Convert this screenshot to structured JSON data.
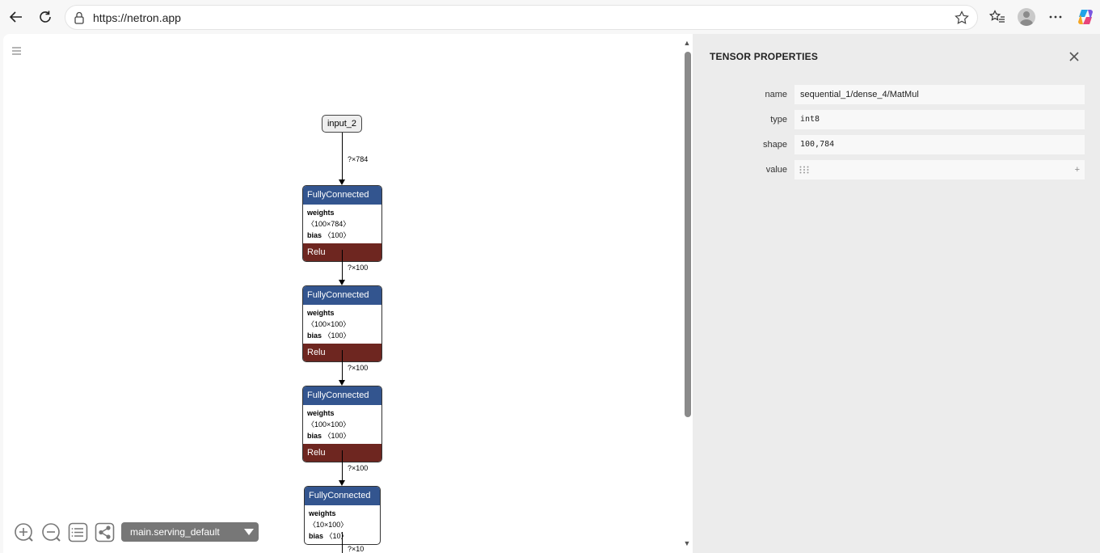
{
  "browser": {
    "url": "https://netron.app"
  },
  "graph": {
    "input_node": "input_2",
    "edges": [
      "?×784",
      "?×100",
      "?×100",
      "?×100",
      "?×10"
    ],
    "nodes": [
      {
        "op": "FullyConnected",
        "weights_label": "weights",
        "weights_shape": "〈100×784〉",
        "bias_label": "bias",
        "bias_shape": "〈100〉",
        "activation": "Relu"
      },
      {
        "op": "FullyConnected",
        "weights_label": "weights",
        "weights_shape": "〈100×100〉",
        "bias_label": "bias",
        "bias_shape": "〈100〉",
        "activation": "Relu"
      },
      {
        "op": "FullyConnected",
        "weights_label": "weights",
        "weights_shape": "〈100×100〉",
        "bias_label": "bias",
        "bias_shape": "〈100〉",
        "activation": "Relu"
      },
      {
        "op": "FullyConnected",
        "weights_label": "weights",
        "weights_shape": "〈10×100〉",
        "bias_label": "bias",
        "bias_shape": "〈10〉"
      }
    ]
  },
  "toolbar": {
    "graph_select": "main.serving_default"
  },
  "tensor_properties": {
    "title": "TENSOR PROPERTIES",
    "name_label": "name",
    "name_value": "sequential_1/dense_4/MatMul",
    "type_label": "type",
    "type_value": "int8",
    "shape_label": "shape",
    "shape_value": "100,784",
    "value_label": "value",
    "value_expand": "+"
  },
  "colors": {
    "layer_header": "#33558f",
    "activation": "#6e2620"
  }
}
